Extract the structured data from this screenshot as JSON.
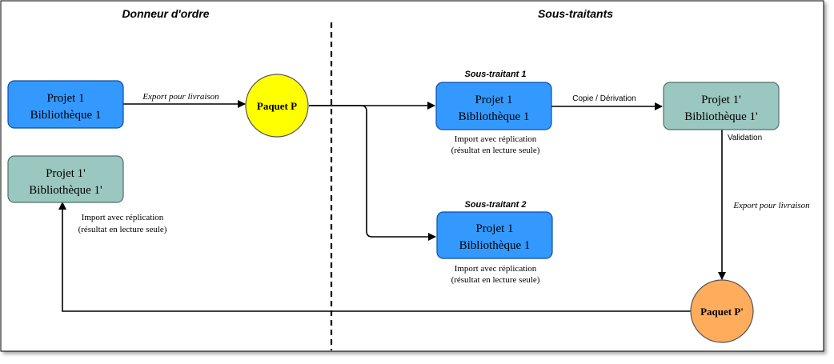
{
  "headers": {
    "left": "Donneur d'ordre",
    "right": "Sous-traitants"
  },
  "nodes": {
    "client_project": {
      "line1": "Projet 1",
      "line2": "Bibliothèque 1"
    },
    "client_project_prime": {
      "line1": "Projet 1'",
      "line2": "Bibliothèque 1'"
    },
    "paquet_p": {
      "label": "Paquet P",
      "fill": "#ffff00"
    },
    "paquet_p_prime": {
      "label": "Paquet P'",
      "fill": "#ffad5c"
    },
    "sub1_project": {
      "title": "Sous-traitant 1",
      "line1": "Projet 1",
      "line2": "Bibliothèque 1"
    },
    "sub2_project": {
      "title": "Sous-traitant 2",
      "line1": "Projet 1",
      "line2": "Bibliothèque 1"
    },
    "sub1_project_prime": {
      "line1": "Projet 1'",
      "line2": "Bibliothèque 1'"
    }
  },
  "edges": {
    "export_client": "Export pour livraison",
    "copy_derivation": "Copie / Dérivation",
    "validation": "Validation",
    "export_sub": "Export pour livraison",
    "import_sub1": {
      "line1": "Import avec réplication",
      "line2": "(résultat en lecture seule)"
    },
    "import_sub2": {
      "line1": "Import avec réplication",
      "line2": "(résultat en lecture seule)"
    },
    "import_client": {
      "line1": "Import avec réplication",
      "line2": "(résultat en lecture seule)"
    }
  },
  "colors": {
    "blue_box": "#3399ff",
    "blue_border": "#0c4fa6",
    "teal_box": "#9ac7bf",
    "teal_border": "#4f6f69",
    "line": "#000000"
  }
}
